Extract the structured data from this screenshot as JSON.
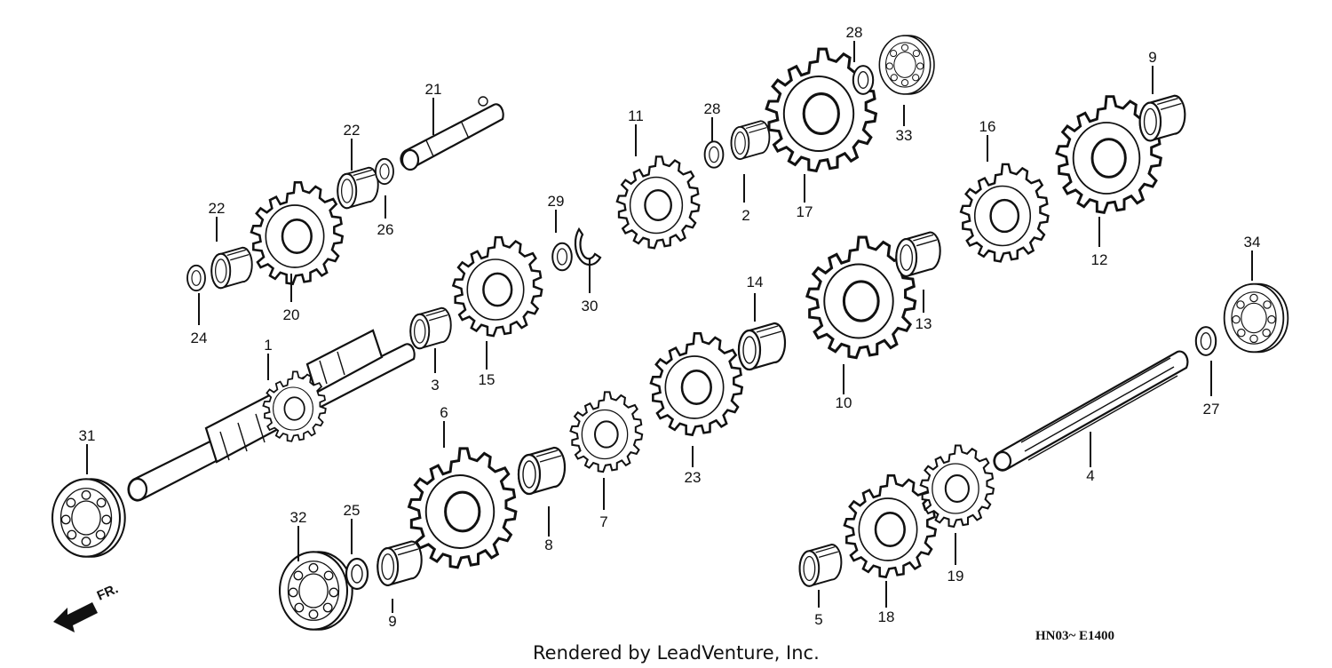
{
  "diagram": {
    "part_numbers": [
      "1",
      "2",
      "3",
      "4",
      "5",
      "6",
      "7",
      "8",
      "9",
      "9",
      "10",
      "11",
      "12",
      "13",
      "14",
      "15",
      "16",
      "17",
      "18",
      "19",
      "20",
      "21",
      "22",
      "22",
      "23",
      "24",
      "25",
      "26",
      "27",
      "28",
      "28",
      "29",
      "30",
      "31",
      "32",
      "33",
      "34"
    ],
    "direction_label": "FR.",
    "diagram_code": "HN03~ E1400",
    "credit": "Rendered by LeadVenture, Inc."
  }
}
